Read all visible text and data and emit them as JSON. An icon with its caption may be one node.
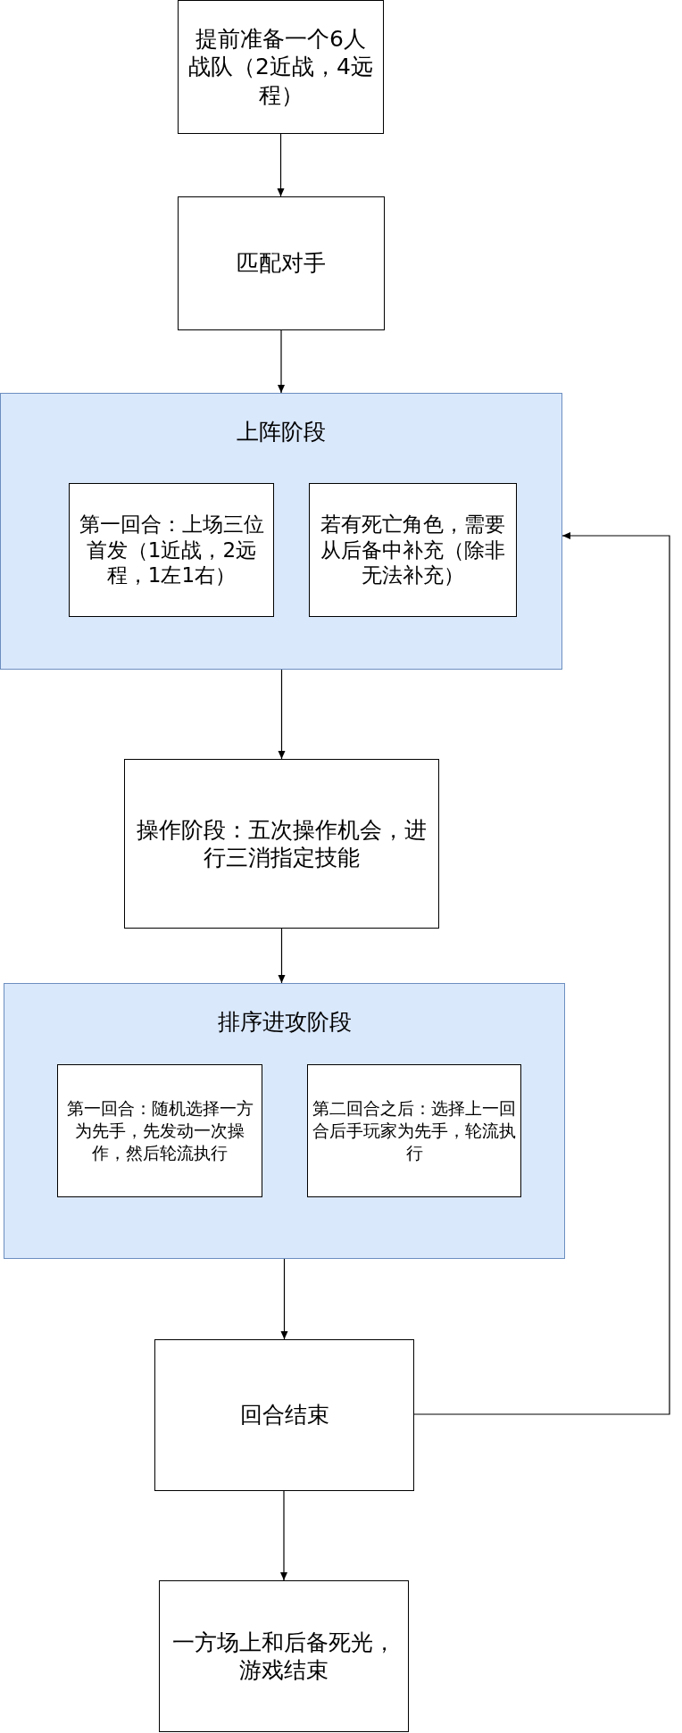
{
  "diagram": {
    "nodes": [
      {
        "text": [
          "提前准备一个6人战队（2近战，4远程）"
        ]
      },
      {
        "text": [
          "匹配对手"
        ]
      },
      {
        "text": [
          "上阵阶段"
        ]
      },
      {
        "text": [
          "第一回合：上场三位首发（1近战，2远程，1左1右）"
        ],
        "in": 2
      },
      {
        "text": [
          "若有死亡角色，需要从后备中补充（除非无法补充）"
        ],
        "in": 2
      },
      {
        "text": [
          "操作阶段：五次操作机会，进行三消指定技能"
        ]
      },
      {
        "text": [
          "排序进攻阶段"
        ]
      },
      {
        "text": [
          "第一回合：随机选择一方为先手，先发动一次操作，然后轮流执行"
        ],
        "in": 6
      },
      {
        "text": [
          "第二回合之后：选择上一回合后手玩家为先手，轮流执行"
        ],
        "in": 6
      },
      {
        "text": [
          "回合结束"
        ]
      },
      {
        "text": [
          "一方场上和后备死光，游戏结束"
        ]
      }
    ],
    "edges": [
      {
        "from": 0,
        "to": 1,
        "arrow": "to"
      },
      {
        "from": 1,
        "to": 2,
        "arrow": "to"
      },
      {
        "from": 2,
        "to": 5,
        "arrow": "to"
      },
      {
        "from": 5,
        "to": 6,
        "arrow": "to"
      },
      {
        "from": 6,
        "to": 9,
        "arrow": "to"
      },
      {
        "from": 9,
        "to": 10,
        "arrow": "to"
      },
      {
        "from": 9,
        "to": 2,
        "arrow": "to"
      }
    ]
  }
}
